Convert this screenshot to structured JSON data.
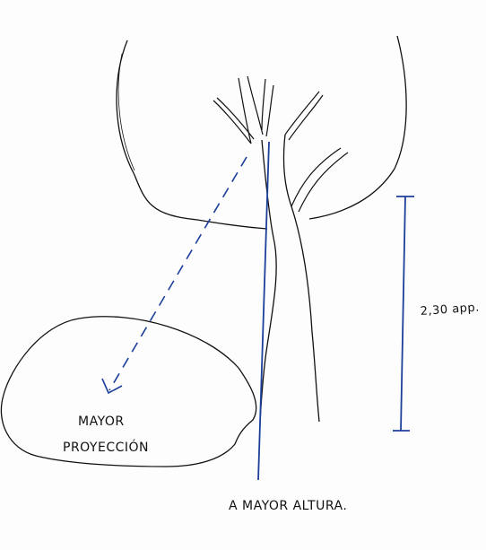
{
  "labels": {
    "height": "2,30 app.",
    "projection_line1": "MAYOR",
    "projection_line2": "PROYECCIÓN",
    "altitude": "A MAYOR ALTURA."
  },
  "colors": {
    "ink": "#111111",
    "guide": "#1c3f9a"
  }
}
